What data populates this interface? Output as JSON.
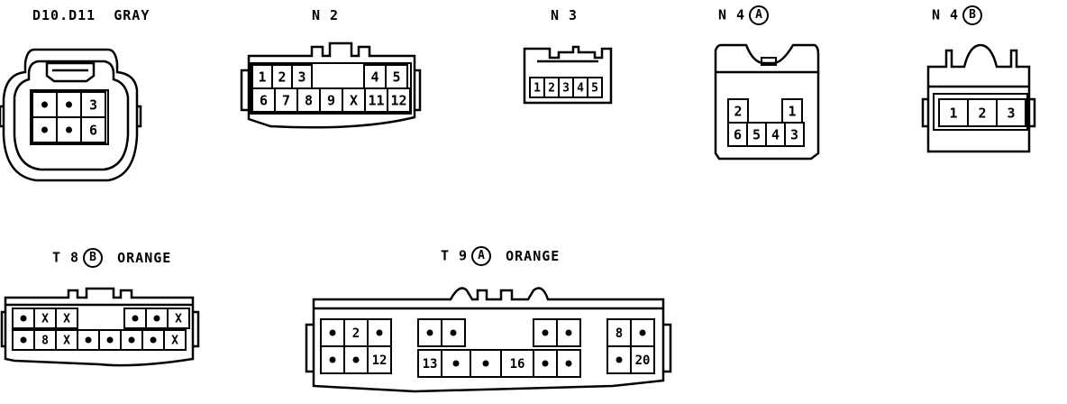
{
  "connectors": [
    {
      "id": "d10d11",
      "code": "D10.D11",
      "circled": "",
      "color": "GRAY"
    },
    {
      "id": "n2",
      "code": "N 2",
      "circled": "",
      "color": ""
    },
    {
      "id": "n3",
      "code": "N 3",
      "circled": "",
      "color": ""
    },
    {
      "id": "n4a",
      "code": "N 4",
      "circled": "A",
      "color": ""
    },
    {
      "id": "n4b",
      "code": "N 4",
      "circled": "B",
      "color": ""
    },
    {
      "id": "t8b",
      "code": "T 8",
      "circled": "B",
      "color": "ORANGE"
    },
    {
      "id": "t9a",
      "code": "T 9",
      "circled": "A",
      "color": "ORANGE"
    }
  ],
  "cells": {
    "d10d11": [
      [
        "•",
        "•",
        "3"
      ],
      [
        "•",
        "•",
        "6"
      ]
    ],
    "n2": [
      [
        "1",
        "2",
        "3",
        "",
        "",
        "",
        "4",
        "5"
      ],
      [
        "6",
        "7",
        "8",
        "9",
        "X",
        "11",
        "12"
      ]
    ],
    "n3": [
      [
        "1",
        "2",
        "3",
        "4",
        "5"
      ]
    ],
    "n4a": [
      [
        "2",
        "",
        "1"
      ],
      [
        "6",
        "5",
        "4",
        "3"
      ]
    ],
    "n4b": [
      [
        "1",
        "2",
        "3"
      ]
    ],
    "t8b": [
      [
        "•",
        "X",
        "X",
        "",
        "",
        "•",
        "•",
        "X"
      ],
      [
        "•",
        "8",
        "X",
        "•",
        "•",
        "•",
        "•",
        "X"
      ]
    ],
    "t9a": {
      "left": [
        [
          "•",
          "2",
          "•"
        ],
        [
          "•",
          "•",
          "12"
        ]
      ],
      "mid_top": [
        "•",
        "•",
        "•",
        "•"
      ],
      "mid_bottom": [
        "13",
        "•",
        "•",
        "16",
        "•",
        "•"
      ],
      "right": [
        [
          "8",
          "•"
        ],
        [
          "•",
          "20"
        ]
      ]
    }
  }
}
